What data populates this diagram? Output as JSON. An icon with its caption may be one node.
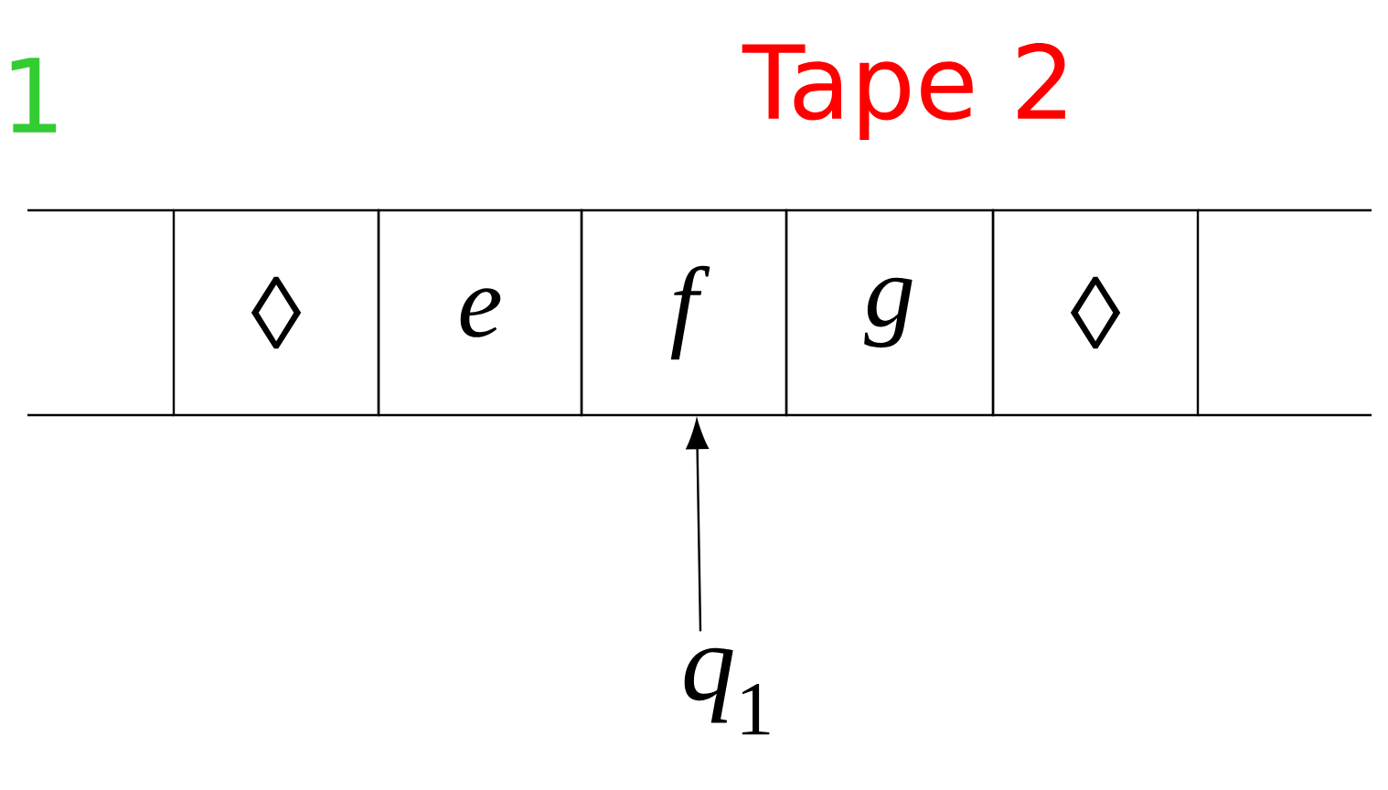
{
  "diagram": {
    "nodes": [
      {
        "text": [],
        "shape": "box"
      },
      {
        "text": [
          "◊"
        ]
      },
      {
        "text": [
          "e"
        ]
      },
      {
        "text": [
          "f"
        ]
      },
      {
        "text": [
          "g"
        ]
      },
      {
        "text": [
          "◊"
        ]
      },
      {
        "text": [],
        "shape": "box"
      },
      {
        "text": [
          "*q*$_{1}$"
        ]
      }
    ],
    "edges": [
      {
        "from": 7,
        "to": 3,
        "arrow": "to"
      }
    ],
    "labels": [
      "1",
      "Tape 2"
    ]
  }
}
